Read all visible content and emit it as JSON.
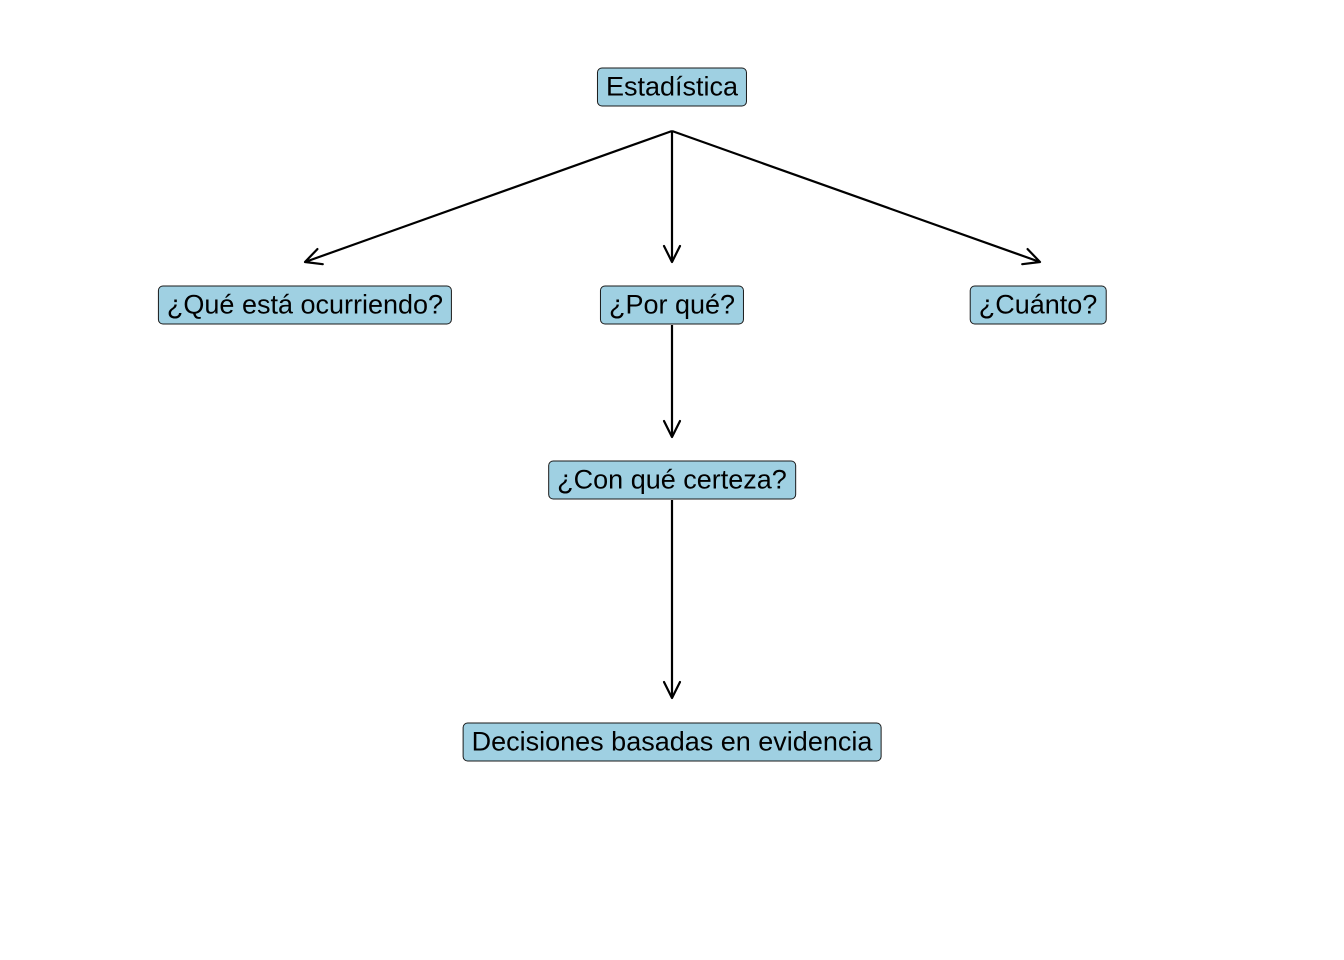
{
  "diagram": {
    "type": "flowchart",
    "nodes": [
      {
        "id": "root",
        "label": "Estadística"
      },
      {
        "id": "what",
        "label": "¿Qué está ocurriendo?"
      },
      {
        "id": "why",
        "label": "¿Por qué?"
      },
      {
        "id": "howmuch",
        "label": "¿Cuánto?"
      },
      {
        "id": "certainty",
        "label": "¿Con qué certeza?"
      },
      {
        "id": "decisions",
        "label": "Decisiones basadas en evidencia"
      }
    ],
    "edges": [
      {
        "from": "root",
        "to": "what"
      },
      {
        "from": "root",
        "to": "why"
      },
      {
        "from": "root",
        "to": "howmuch"
      },
      {
        "from": "why",
        "to": "certainty"
      },
      {
        "from": "certainty",
        "to": "decisions"
      }
    ],
    "colors": {
      "node_fill": "#9fd0e2",
      "node_border": "#1a1a1a",
      "edge": "#000000"
    }
  }
}
